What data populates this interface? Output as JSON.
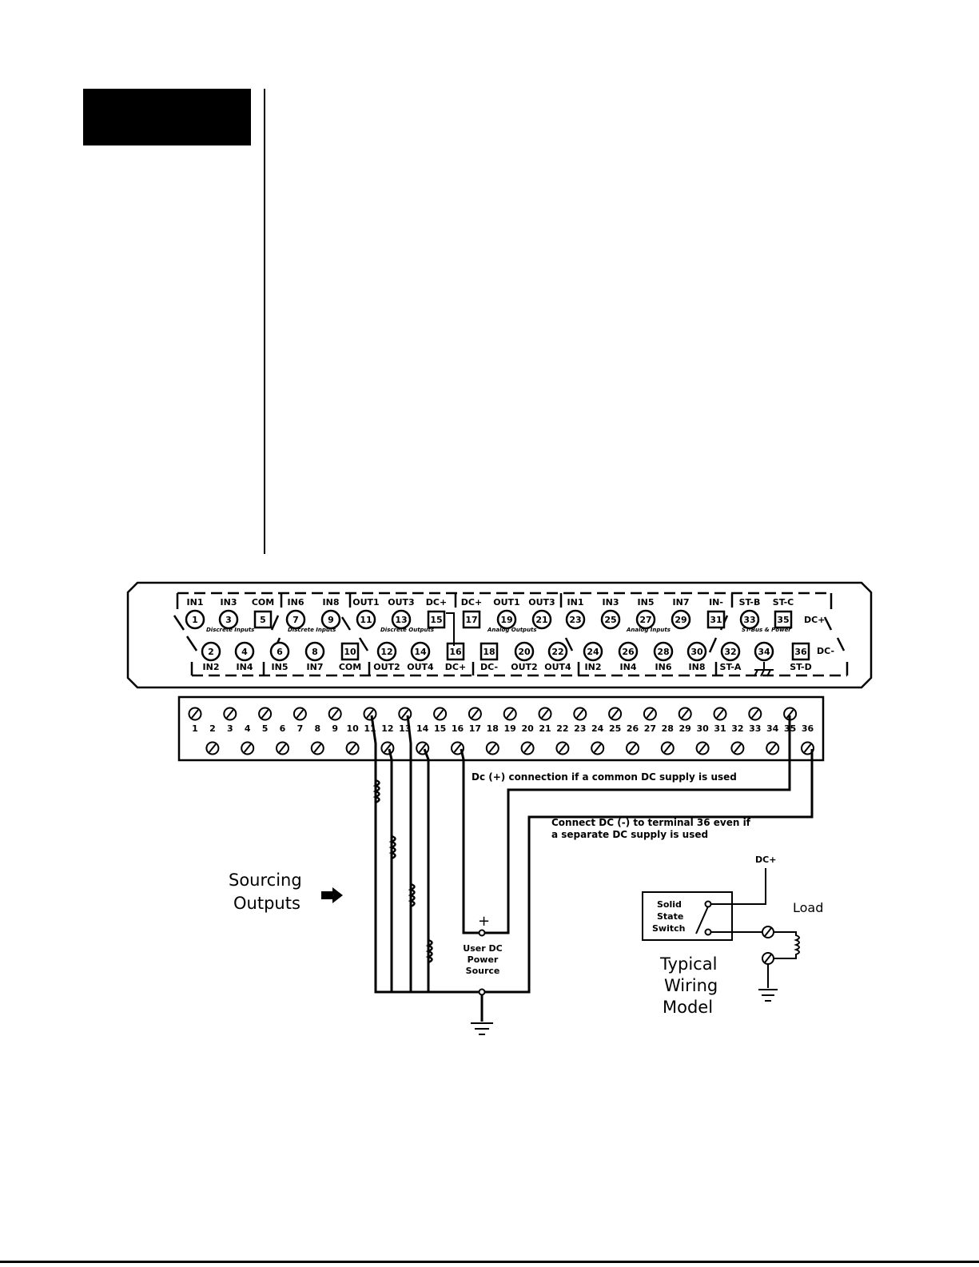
{
  "module": {
    "top_labels": [
      {
        "id": "t1",
        "text": "IN1"
      },
      {
        "id": "t3",
        "text": "IN3"
      },
      {
        "id": "t5",
        "text": "COM"
      },
      {
        "id": "t7",
        "text": "IN6"
      },
      {
        "id": "t9",
        "text": "IN8"
      },
      {
        "id": "t11",
        "text": "OUT1"
      },
      {
        "id": "t13",
        "text": "OUT3"
      },
      {
        "id": "t15",
        "text": "DC+"
      },
      {
        "id": "t17",
        "text": "DC+"
      },
      {
        "id": "t19",
        "text": "OUT1"
      },
      {
        "id": "t21",
        "text": "OUT3"
      },
      {
        "id": "t23",
        "text": "IN1"
      },
      {
        "id": "t25",
        "text": "IN3"
      },
      {
        "id": "t27",
        "text": "IN5"
      },
      {
        "id": "t29",
        "text": "IN7"
      },
      {
        "id": "t31",
        "text": "IN-"
      },
      {
        "id": "t33",
        "text": "ST-B"
      },
      {
        "id": "t35",
        "text": "ST-C"
      }
    ],
    "bottom_labels": [
      {
        "id": "b2",
        "text": "IN2"
      },
      {
        "id": "b4",
        "text": "IN4"
      },
      {
        "id": "b6",
        "text": "IN5"
      },
      {
        "id": "b8",
        "text": "IN7"
      },
      {
        "id": "b10",
        "text": "COM"
      },
      {
        "id": "b12",
        "text": "OUT2"
      },
      {
        "id": "b14",
        "text": "OUT4"
      },
      {
        "id": "b16",
        "text": "DC+"
      },
      {
        "id": "b18",
        "text": "DC-"
      },
      {
        "id": "b20",
        "text": "OUT2"
      },
      {
        "id": "b22",
        "text": "OUT4"
      },
      {
        "id": "b24",
        "text": "IN2"
      },
      {
        "id": "b26",
        "text": "IN4"
      },
      {
        "id": "b28",
        "text": "IN6"
      },
      {
        "id": "b30",
        "text": "IN8"
      },
      {
        "id": "b32",
        "text": "ST-A"
      },
      {
        "id": "b36",
        "text": "ST-D"
      }
    ],
    "side_labels": {
      "dc_plus": "DC+",
      "dc_minus": "DC-"
    },
    "group_labels": [
      {
        "id": "g1",
        "text": "Discrete Inputs"
      },
      {
        "id": "g2",
        "text": "Discrete Inputs"
      },
      {
        "id": "g3",
        "text": "Discrete Outputs"
      },
      {
        "id": "g4",
        "text": "Analog Outputs"
      },
      {
        "id": "g5",
        "text": "Analog Inputs"
      },
      {
        "id": "g6",
        "text": "ST-Bus & Power"
      }
    ],
    "terminals_top": [
      "1",
      "3",
      "5",
      "7",
      "9",
      "11",
      "13",
      "15",
      "17",
      "19",
      "21",
      "23",
      "25",
      "27",
      "29",
      "31",
      "33",
      "35"
    ],
    "terminals_bottom": [
      "2",
      "4",
      "6",
      "8",
      "10",
      "12",
      "14",
      "16",
      "18",
      "20",
      "22",
      "24",
      "26",
      "28",
      "30",
      "32",
      "34",
      "36"
    ]
  },
  "terminal_strip": {
    "numbers": [
      "1",
      "2",
      "3",
      "4",
      "5",
      "6",
      "7",
      "8",
      "9",
      "10",
      "11",
      "12",
      "13",
      "14",
      "15",
      "16",
      "17",
      "18",
      "19",
      "20",
      "21",
      "22",
      "23",
      "24",
      "25",
      "26",
      "27",
      "28",
      "29",
      "30",
      "31",
      "32",
      "33",
      "34",
      "35",
      "36"
    ]
  },
  "notes": {
    "dc_plus_note": "Dc (+) connection if a common DC supply is used",
    "dc_minus_note_line1": "Connect DC (-) to terminal 36 even if",
    "dc_minus_note_line2": "a separate DC supply is used"
  },
  "sourcing": {
    "line1": "Sourcing",
    "line2": "Outputs"
  },
  "power_source": {
    "plus": "+",
    "line1": "User DC",
    "line2": "Power",
    "line3": "Source"
  },
  "typical": {
    "dc_plus": "DC+",
    "switch_line1": "Solid",
    "switch_line2": "State",
    "switch_line3": "Switch",
    "load": "Load",
    "model_line1": "Typical",
    "model_line2": "Wiring",
    "model_line3": "Model"
  }
}
